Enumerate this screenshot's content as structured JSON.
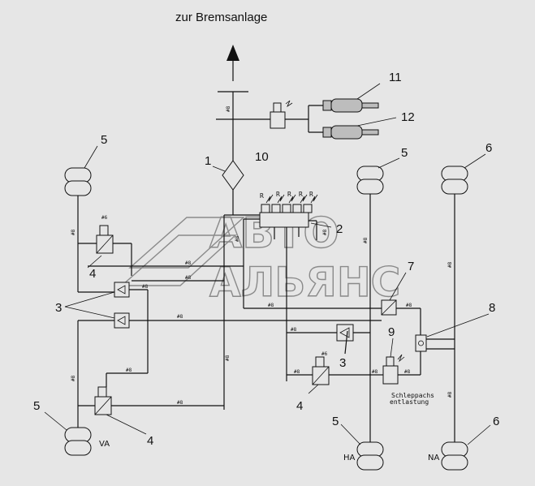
{
  "title": "zur Bremsanlage",
  "callouts": {
    "c1": "1",
    "c2": "2",
    "c3a": "3",
    "c3b": "3",
    "c4a": "4",
    "c4b": "4",
    "c4c": "4",
    "c5a": "5",
    "c5b": "5",
    "c5c": "5",
    "c5d": "5",
    "c6a": "6",
    "c6b": "6",
    "c7": "7",
    "c8": "8",
    "c9": "9",
    "c10": "10",
    "c11": "11",
    "c12": "12"
  },
  "axle_labels": {
    "va": "VA",
    "ha": "HA",
    "na": "NA"
  },
  "note": {
    "line1": "Schleppachs",
    "line2": "entlastung"
  },
  "valve_bank_labels": {
    "r1": "R",
    "r2": "R",
    "r3": "R",
    "r4": "R",
    "r5": "R"
  },
  "watermark": {
    "line1": "АВТО",
    "line2": "АЛЬЯНС"
  },
  "pipe_label": "#8",
  "pipe_label_small": "#6",
  "colors": {
    "background": "#e6e6e6",
    "ink": "#111111",
    "cylinder": "#bdbdbd"
  }
}
